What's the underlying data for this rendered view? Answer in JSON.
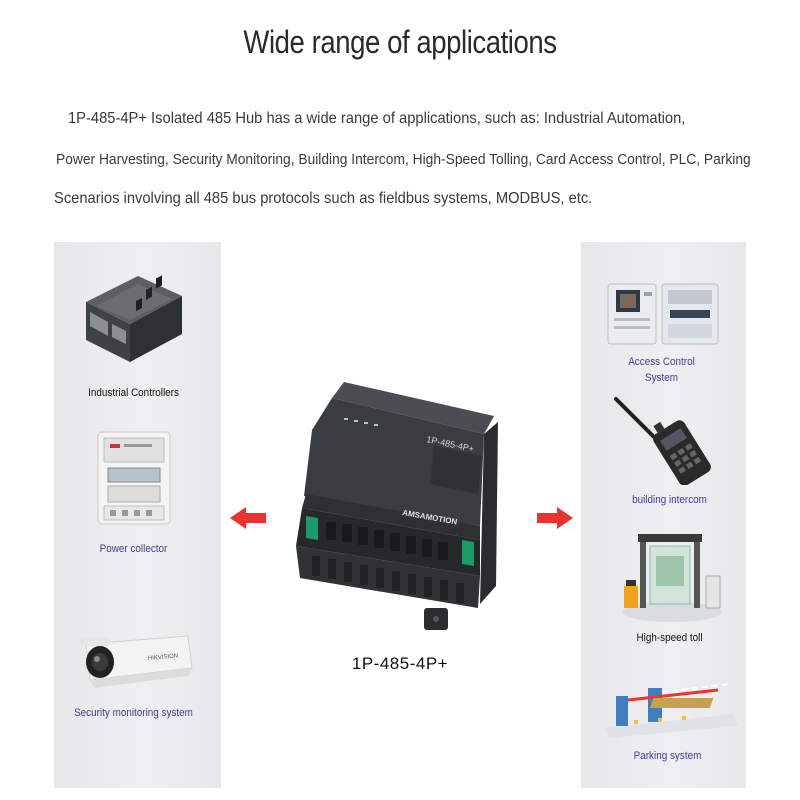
{
  "title": "Wide range of applications",
  "description": [
    "1P-485-4P+ Isolated 485 Hub has a wide range of applications, such as: Industrial Automation,",
    "Power Harvesting, Security Monitoring, Building Intercom, High-Speed Tolling, Card Access Control, PLC, Parking",
    "Scenarios involving all 485 bus protocols such as fieldbus systems, MODBUS, etc."
  ],
  "left_items": [
    {
      "label": "Industrial Controllers",
      "icon": "plc-controller-icon"
    },
    {
      "label": "Power collector",
      "icon": "power-meter-icon"
    },
    {
      "label": "Security monitoring system",
      "icon": "security-camera-icon"
    }
  ],
  "right_items": [
    {
      "label": "Access Control System",
      "label_lines": [
        "Access Control",
        "System"
      ],
      "icon": "access-control-panel-icon"
    },
    {
      "label": "building intercom",
      "icon": "walkie-talkie-icon"
    },
    {
      "label": "High-speed toll",
      "icon": "toll-gate-icon"
    },
    {
      "label": "Parking system",
      "icon": "parking-barrier-icon"
    }
  ],
  "device": {
    "name": "1P-485-4P+",
    "model_print": "1P-485-4P+",
    "brand": "AMSAMOTION",
    "icon": "rs485-hub-device-icon"
  },
  "colors": {
    "arrow": "#e8332f",
    "caption_blue": "#3d3d9a",
    "device_body": "#3a3d40"
  },
  "camera_brand": "HIKVISION"
}
